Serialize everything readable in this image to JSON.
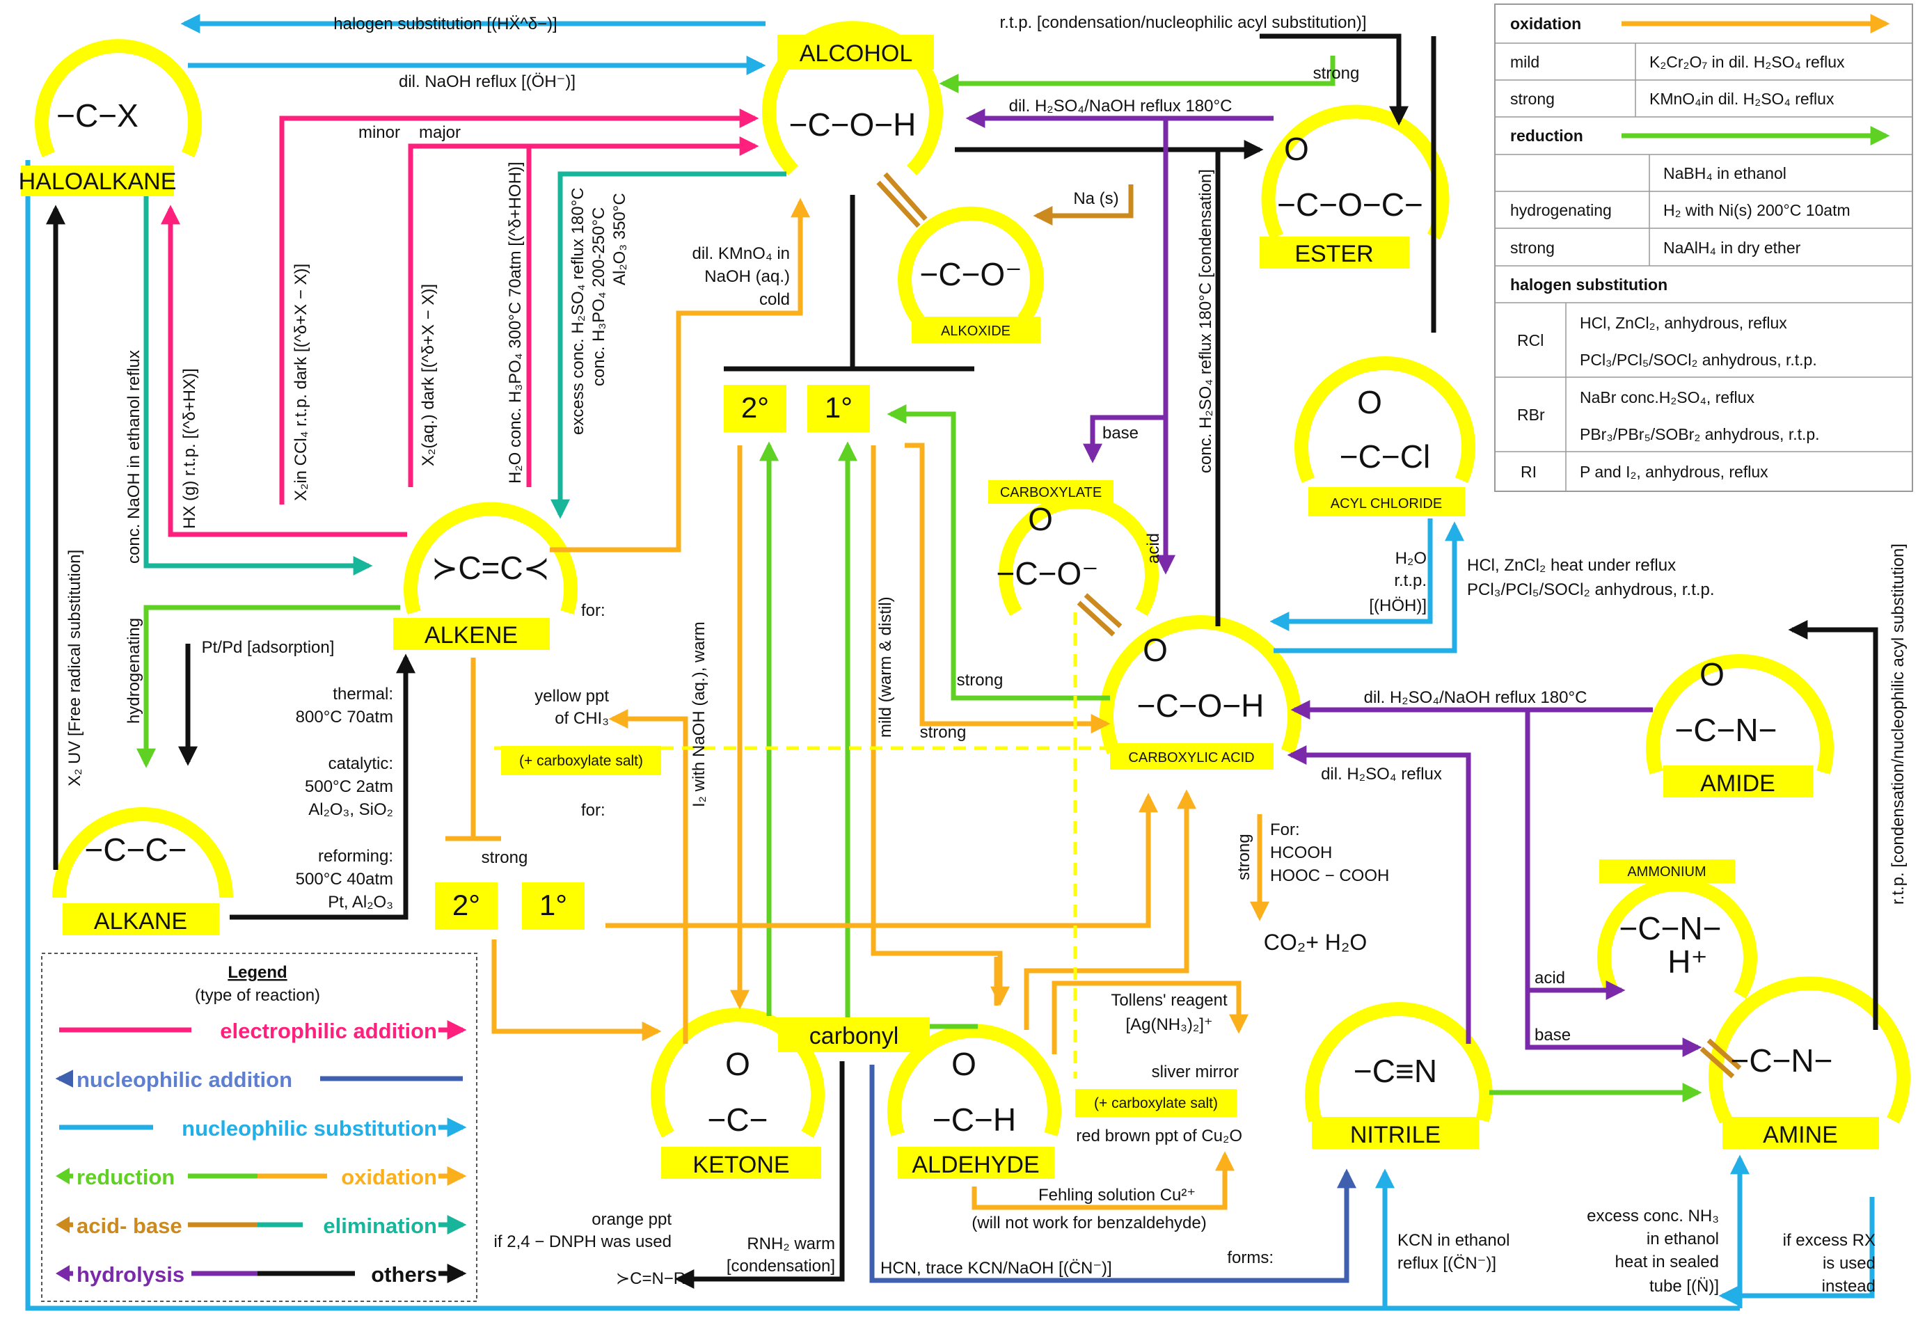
{
  "colors": {
    "electrophilic_addition": "#ff1f7d",
    "nucleophilic_addition": "#3f5faf",
    "nucleophilic_substitution": "#22aee6",
    "reduction": "#5ed123",
    "oxidation": "#fbaf1b",
    "acid_base": "#cc8a1e",
    "elimination": "#17b59a",
    "hydrolysis": "#7a2aa8",
    "others": "#111111",
    "node": "#ffff00"
  },
  "nodes": {
    "haloalkane": {
      "name": "HALOALKANE",
      "struct": "−C−X"
    },
    "alcohol": {
      "name": "ALCOHOL",
      "struct": "−C−O−H"
    },
    "alkoxide": {
      "name": "ALKOXIDE",
      "struct": "−C−O⁻"
    },
    "ester": {
      "name": "ESTER",
      "struct_top": "O",
      "struct": "−C−O−C−"
    },
    "acyl_chloride": {
      "name": "ACYL CHLORIDE",
      "struct_top": "O",
      "struct": "−C−Cl"
    },
    "alkene": {
      "name": "ALKENE",
      "struct": "≻C=C≺"
    },
    "carboxylate": {
      "name": "CARBOXYLATE",
      "struct_top": "O",
      "struct": "−C−O⁻"
    },
    "carboxylic_acid": {
      "name": "CARBOXYLIC ACID",
      "struct_top": "O",
      "struct": "−C−O−H"
    },
    "amide": {
      "name": "AMIDE",
      "struct_top": "O",
      "struct": "−C−N−"
    },
    "alkane": {
      "name": "ALKANE",
      "struct": "−C−C−"
    },
    "ketone": {
      "name": "KETONE",
      "struct_top": "O",
      "struct": "−C−"
    },
    "aldehyde": {
      "name": "ALDEHYDE",
      "struct_top": "O",
      "struct": "−C−H"
    },
    "nitrile": {
      "name": "NITRILE",
      "struct": "−C≡N"
    },
    "amine": {
      "name": "AMINE",
      "struct": "−C−N−"
    },
    "ammonium": {
      "name": "AMMONIUM",
      "struct": "−C−N−",
      "struct_sub": "H⁺"
    },
    "carbonyl": {
      "name": "carbonyl"
    },
    "alcohol_2": "2°",
    "alcohol_1": "1°",
    "alcohol_2b": "2°",
    "alcohol_1b": "1°"
  },
  "labels": {
    "halogen_sub_top": "halogen substitution [(HẌ^δ−)]",
    "naoh_reflux": "dil. NaOH reflux [(ÖH⁻)]",
    "rtp_condensation": "r.t.p. [condensation/nucleophilic acyl substitution)]",
    "strong_top": "strong",
    "dil_h2so4_naoh": "dil. H₂SO₄/NaOH reflux 180°C",
    "minor": "minor",
    "major": "major",
    "na_s": "Na (s)",
    "kmno4_cold_1": "dil. KMnO₄ in",
    "kmno4_cold_2": "NaOH (aq.)",
    "kmno4_cold_3": "cold",
    "x2_ccl4": "X₂in CCl₄ r.t.p. dark [(^δ+X − X)]",
    "x2_aq": "X₂(aq.) dark [(^δ+X − X)]",
    "h2o_conc": "H₂O conc. H₃PO₄ 300°C 70atm [(^δ+HOH)]",
    "excess_conc": "excess conc. H₂SO₄ reflux 180°C",
    "conc_h3po4": "conc. H₃PO₄ 200-250°C",
    "al2o3": "Al₂O₃ 350°C",
    "hx_g": "HX (g) r.t.p. [(^δ+HX)]",
    "conc_naoh": "conc. NaOH in ethanol reflux",
    "x2_uv": "X₂ UV [Free radical substitution]",
    "conc_h2so4_reflux_side": "conc. H₂SO₄ reflux 180°C [condensation]",
    "base": "base",
    "acid": "acid",
    "hydrogenating": "hydrogenating",
    "pt_pd": "Pt/Pd [adsorption]",
    "thermal_1": "thermal:",
    "thermal_2": "800°C 70atm",
    "catalytic_1": "catalytic:",
    "catalytic_2": "500°C 2atm",
    "catalytic_3": "Al₂O₃, SiO₂",
    "reforming_1": "reforming:",
    "reforming_2": "500°C 40atm",
    "reforming_3": "Pt, Al₂O₃",
    "strong_mid": "strong",
    "for_label": "for:",
    "yellow_ppt_1": "yellow ppt",
    "yellow_ppt_2": "of CHI₃",
    "carboxylate_salt": "(+ carboxylate salt)",
    "i2_naoh": "I₂ with NaOH (aq.), warm",
    "mild_warm": "mild (warm & distil)",
    "strong_red": "strong",
    "strong_ox": "strong",
    "for2": "for:",
    "strong_alk": "strong",
    "for_hcooh_1": "For:",
    "for_hcooh_2": "HCOOH",
    "for_hcooh_3": "HOOC − COOH",
    "strong_vert": "strong",
    "co2_h2o": "CO₂+ H₂O",
    "h2o_rtp_1": "H₂O",
    "h2o_rtp_2": "r.t.p.",
    "h2o_rtp_3": "[(HÖH)]",
    "hcl_zncl2": "HCl, ZnCl₂ heat under reflux",
    "pcl3_socl2": "PCl₃/PCl₅/SOCl₂ anhydrous, r.t.p.",
    "dil_h2so4_naoh_2": "dil. H₂SO₄/NaOH reflux 180°C",
    "dil_h2so4_reflux": "dil. H₂SO₄ reflux",
    "rtp_condensation_side": "r.t.p. [condensation/nucleophilic acyl substitution]",
    "acid2": "acid",
    "base2": "base",
    "tollens_1": "Tollens' reagent",
    "tollens_2": "[Ag(NH₃)₂]⁺",
    "sliver_mirror": "sliver mirror",
    "carboxylate_salt2": "(+ carboxylate salt)",
    "red_brown": "red brown ppt of Cu₂O",
    "fehling_1": "Fehling solution Cu²⁺",
    "fehling_2": "(will not work for benzaldehyde)",
    "orange_ppt_1": "orange ppt",
    "orange_ppt_2": "if 2,4 − DNPH was used",
    "rnh2_1": "RNH₂ warm",
    "rnh2_2": "[condensation]",
    "imine": "≻C=N−R",
    "hcn": "HCN, trace KCN/NaOH [(C̈N⁻)]",
    "forms": "forms:",
    "kcn_1": "KCN in ethanol",
    "kcn_2": "reflux [(C̈N⁻)]",
    "nh3_1": "excess conc. NH₃",
    "nh3_2": "in ethanol",
    "nh3_3": "heat in sealed",
    "nh3_4": "tube [(N̈)]",
    "excess_rx_1": "if excess RX",
    "excess_rx_2": "is used",
    "excess_rx_3": "instead"
  },
  "table": {
    "oxidation_header": "oxidation",
    "mild": "mild",
    "mild_reagent": "K₂Cr₂O₇ in dil. H₂SO₄ reflux",
    "strong": "strong",
    "strong_reagent": "KMnO₄in dil. H₂SO₄ reflux",
    "reduction_header": "reduction",
    "nabh4": "NaBH₄ in ethanol",
    "hydrogenating": "hydrogenating",
    "h2_ni": "H₂ with Ni(s)  200°C 10atm",
    "strong2": "strong",
    "nalh4": "NaAlH₄ in dry ether",
    "halogen_header": "halogen substitution",
    "rcl": "RCl",
    "rcl_1": "HCl, ZnCl₂, anhydrous, reflux",
    "rcl_2": "PCl₃/PCl₅/SOCl₂ anhydrous, r.t.p.",
    "rbr": "RBr",
    "rbr_1": "NaBr  conc.H₂SO₄, reflux",
    "rbr_2": "PBr₃/PBr₅/SOBr₂ anhydrous, r.t.p.",
    "ri": "RI",
    "ri_1": "P and I₂, anhydrous, reflux"
  },
  "legend": {
    "title": "Legend",
    "subtitle": "(type of reaction)",
    "electrophilic_addition": "electrophilic addition",
    "nucleophilic_addition": "nucleophilic addition",
    "nucleophilic_substitution": "nucleophilic substitution",
    "reduction": "reduction",
    "oxidation": "oxidation",
    "acid_base": "acid- base",
    "elimination": "elimination",
    "hydrolysis": "hydrolysis",
    "others": "others"
  }
}
